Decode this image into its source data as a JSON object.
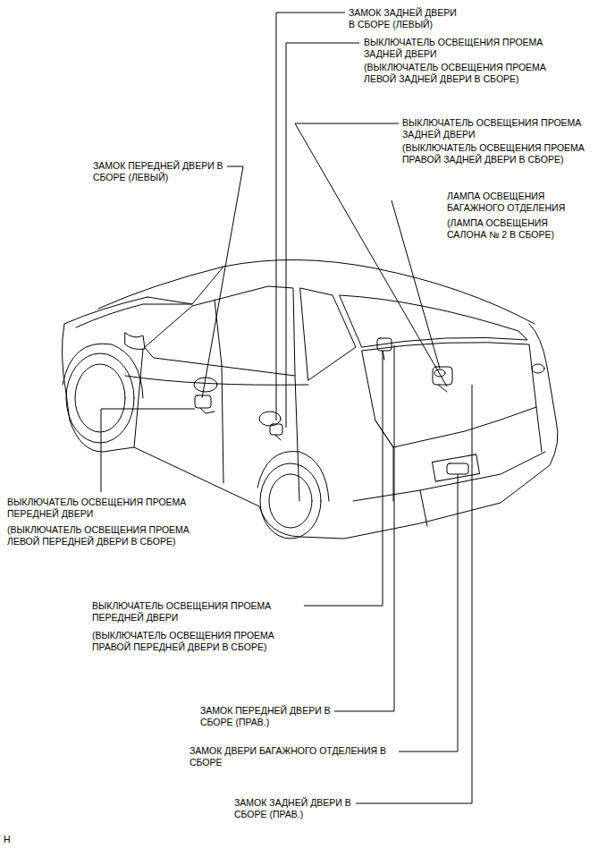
{
  "diagram": {
    "labels": [
      "ЗАМОК ЗАДНЕЙ ДВЕРИ В СБОРЕ (ЛЕВЫЙ)",
      "ВЫКЛЮЧАТЕЛЬ ОСВЕЩЕНИЯ ПРОЕМА ЗАДНЕЙ ДВЕРИ",
      "(ВЫКЛЮЧАТЕЛЬ ОСВЕЩЕНИЯ ПРОЕМА ЛЕВОЙ ЗАДНЕЙ ДВЕРИ В СБОРЕ)",
      "ВЫКЛЮЧАТЕЛЬ ОСВЕЩЕНИЯ ПРОЕМА ЗАДНЕЙ ДВЕРИ",
      "(ВЫКЛЮЧАТЕЛЬ ОСВЕЩЕНИЯ ПРОЕМА ПРАВОЙ ЗАДНЕЙ ДВЕРИ В СБОРЕ)",
      "ЛАМПА ОСВЕЩЕНИЯ БАГАЖНОГО ОТДЕЛЕНИЯ",
      "(ЛАМПА ОСВЕЩЕНИЯ САЛОНА № 2 В СБОРЕ)",
      "ЗАМОК ПЕРЕДНЕЙ ДВЕРИ В СБОРЕ (ЛЕВЫЙ)",
      "ВЫКЛЮЧАТЕЛЬ ОСВЕЩЕНИЯ ПРОЕМА ПЕРЕДНЕЙ ДВЕРИ",
      "(ВЫКЛЮЧАТЕЛЬ ОСВЕЩЕНИЯ ПРОЕМА ЛЕВОЙ ПЕРЕДНЕЙ ДВЕРИ В СБОРЕ)",
      "ВЫКЛЮЧАТЕЛЬ ОСВЕЩЕНИЯ ПРОЕМА ПЕРЕДНЕЙ ДВЕРИ",
      "(ВЫКЛЮЧАТЕЛЬ ОСВЕЩЕНИЯ ПРОЕМА ПРАВОЙ ПЕРЕДНЕЙ ДВЕРИ В СБОРЕ)",
      "ЗАМОК ПЕРЕДНЕЙ ДВЕРИ В СБОРЕ (ПРАВ.)",
      "ЗАМОК ДВЕРИ БАГАЖНОГО ОТДЕЛЕНИЯ В СБОРЕ",
      "ЗАМОК ЗАДНЕЙ ДВЕРИ В СБОРЕ (ПРАВ.)",
      "H"
    ]
  }
}
